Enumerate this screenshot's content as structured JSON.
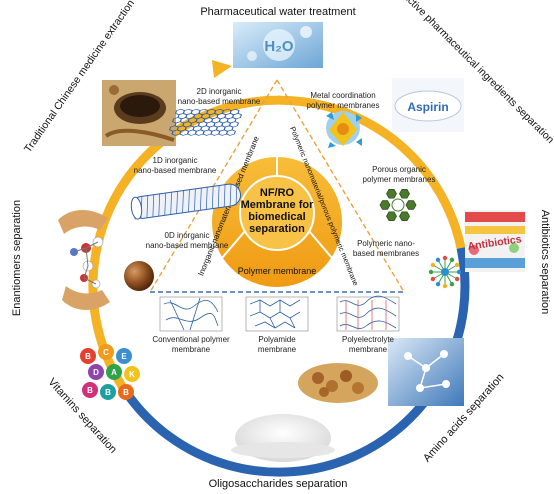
{
  "center": {
    "line1": "NF/RO",
    "line2": "Membrane for",
    "line3": "biomedical",
    "line4": "separation"
  },
  "segments": {
    "left": "Inorganic nanomaterials based membrane",
    "right": "Polymeric nanomaterial/porous polymeric membrane",
    "bottom": "Polymer membrane"
  },
  "applications": {
    "top": "Pharmaceutical water treatment",
    "top_right": "Active pharmaceutical ingredients separation",
    "right": "Antibiotics separation",
    "bottom_right": "Amino acids separation",
    "bottom": "Oligosaccharides separation",
    "bottom_left": "Vitamins separation",
    "left": "Enantiomers separation",
    "top_left": "Traditional Chinese medicine extraction"
  },
  "inorganic": {
    "d2": [
      "2D inorganic",
      "nano-based membrane"
    ],
    "d1": [
      "1D inorganic",
      "nano-based membrane"
    ],
    "d0": [
      "0D inorganic",
      "nano-based membrane"
    ]
  },
  "polymeric": {
    "metal": [
      "Metal coordination",
      "polymer membranes"
    ],
    "porous": [
      "Porous organic",
      "polymer membranes"
    ],
    "nano": [
      "Polymeric nano-",
      "based membranes"
    ]
  },
  "polymer_types": {
    "conventional": [
      "Conventional polymer",
      "membrane"
    ],
    "polyamide": [
      "Polyamide",
      "membrane"
    ],
    "polyelectrolyte": [
      "Polyelectrolyte",
      "membrane"
    ]
  },
  "image_text": {
    "h2o": "H₂O",
    "aspirin": "Aspirin",
    "antibiotics": "Antibiotics"
  },
  "vitamin_letters": [
    "B",
    "C",
    "E",
    "D",
    "A",
    "K",
    "B",
    "B",
    "B"
  ],
  "colors": {
    "ring_orange": "#f4b224",
    "ring_blue": "#2a63b0",
    "center_orange": "#f3a21b",
    "triangle_orange": "#e9a23b",
    "triangle_blue": "#3b6fb8"
  }
}
